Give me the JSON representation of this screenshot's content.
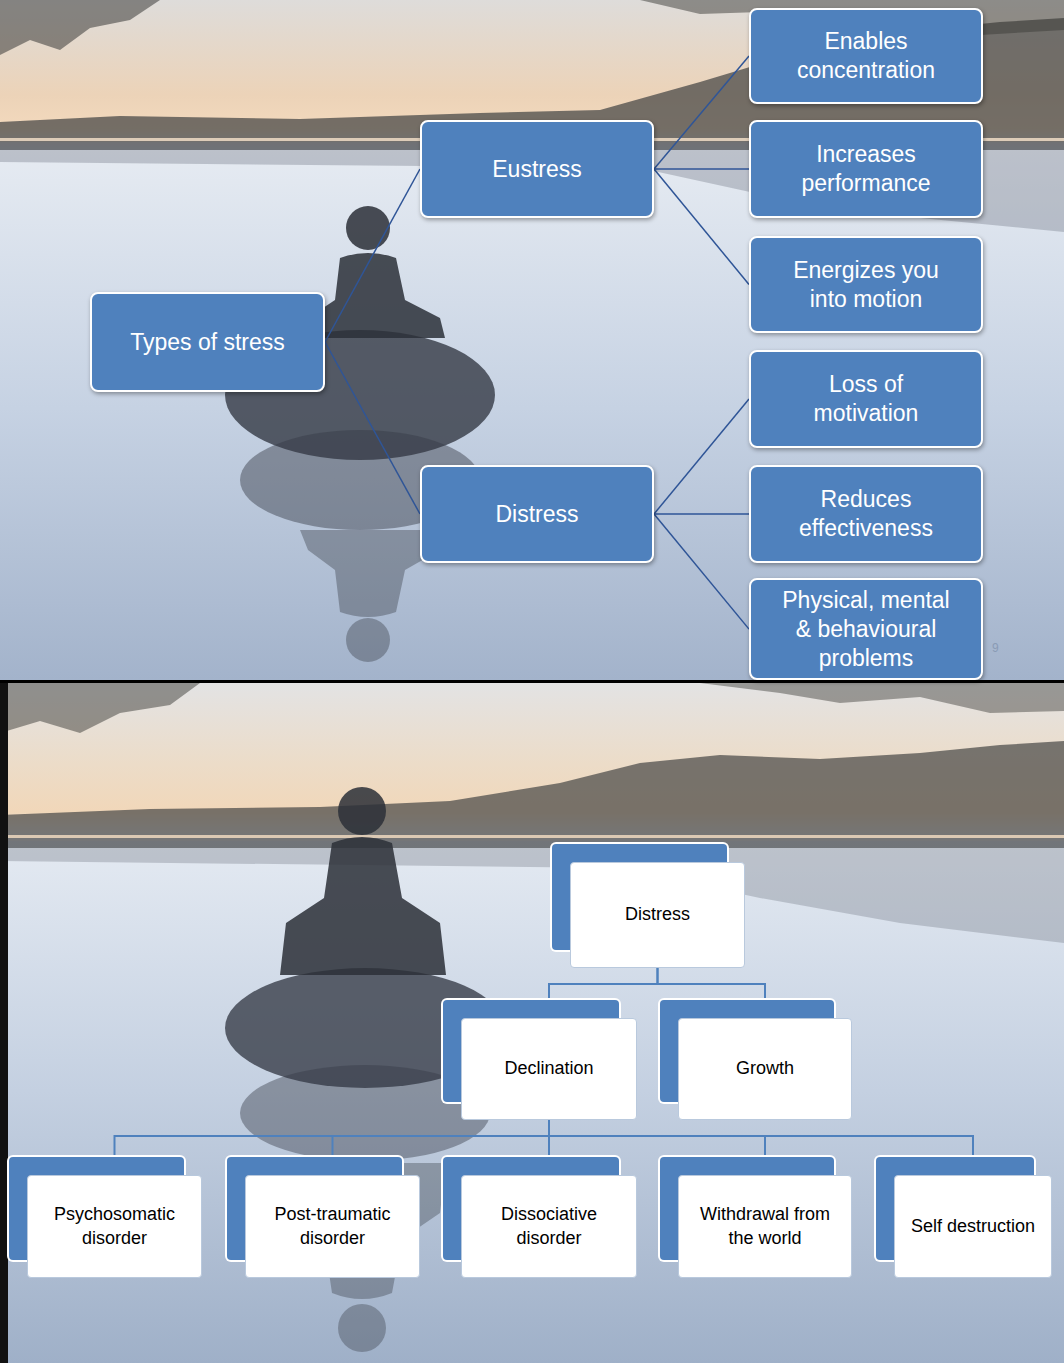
{
  "diagram": {
    "nodes": [
      {
        "text": [
          "Types of stress"
        ]
      },
      {
        "text": [
          "Eustress"
        ]
      },
      {
        "text": [
          "Enables concentration"
        ]
      },
      {
        "text": [
          "Increases performance"
        ]
      },
      {
        "text": [
          "Energizes you into motion"
        ]
      },
      {
        "text": [
          "Distress"
        ]
      },
      {
        "text": [
          "Loss of motivation"
        ]
      },
      {
        "text": [
          "Reduces effectiveness"
        ]
      },
      {
        "text": [
          "Physical, mental & behavioural problems"
        ]
      },
      {
        "text": [
          "Distress"
        ]
      },
      {
        "text": [
          "Declination"
        ]
      },
      {
        "text": [
          "Growth"
        ]
      },
      {
        "text": [
          "Psychosomatic disorder"
        ]
      },
      {
        "text": [
          "Post-traumatic disorder"
        ]
      },
      {
        "text": [
          "Dissociative disorder"
        ]
      },
      {
        "text": [
          "Withdrawal from the world"
        ]
      },
      {
        "text": [
          "Self destruction"
        ]
      }
    ],
    "edges": [
      {
        "from": 0,
        "to": 1,
        "arrow": "none"
      },
      {
        "from": 0,
        "to": 5,
        "arrow": "none"
      },
      {
        "from": 1,
        "to": 2,
        "arrow": "none"
      },
      {
        "from": 1,
        "to": 3,
        "arrow": "none"
      },
      {
        "from": 1,
        "to": 4,
        "arrow": "none"
      },
      {
        "from": 5,
        "to": 6,
        "arrow": "none"
      },
      {
        "from": 5,
        "to": 7,
        "arrow": "none"
      },
      {
        "from": 5,
        "to": 8,
        "arrow": "none"
      },
      {
        "from": 9,
        "to": 10,
        "arrow": "none"
      },
      {
        "from": 9,
        "to": 11,
        "arrow": "none"
      },
      {
        "from": 10,
        "to": 12,
        "arrow": "none"
      },
      {
        "from": 10,
        "to": 13,
        "arrow": "none"
      },
      {
        "from": 10,
        "to": 14,
        "arrow": "none"
      },
      {
        "from": 10,
        "to": 15,
        "arrow": "none"
      },
      {
        "from": 10,
        "to": 16,
        "arrow": "none"
      }
    ],
    "labels": [
      "9"
    ]
  }
}
